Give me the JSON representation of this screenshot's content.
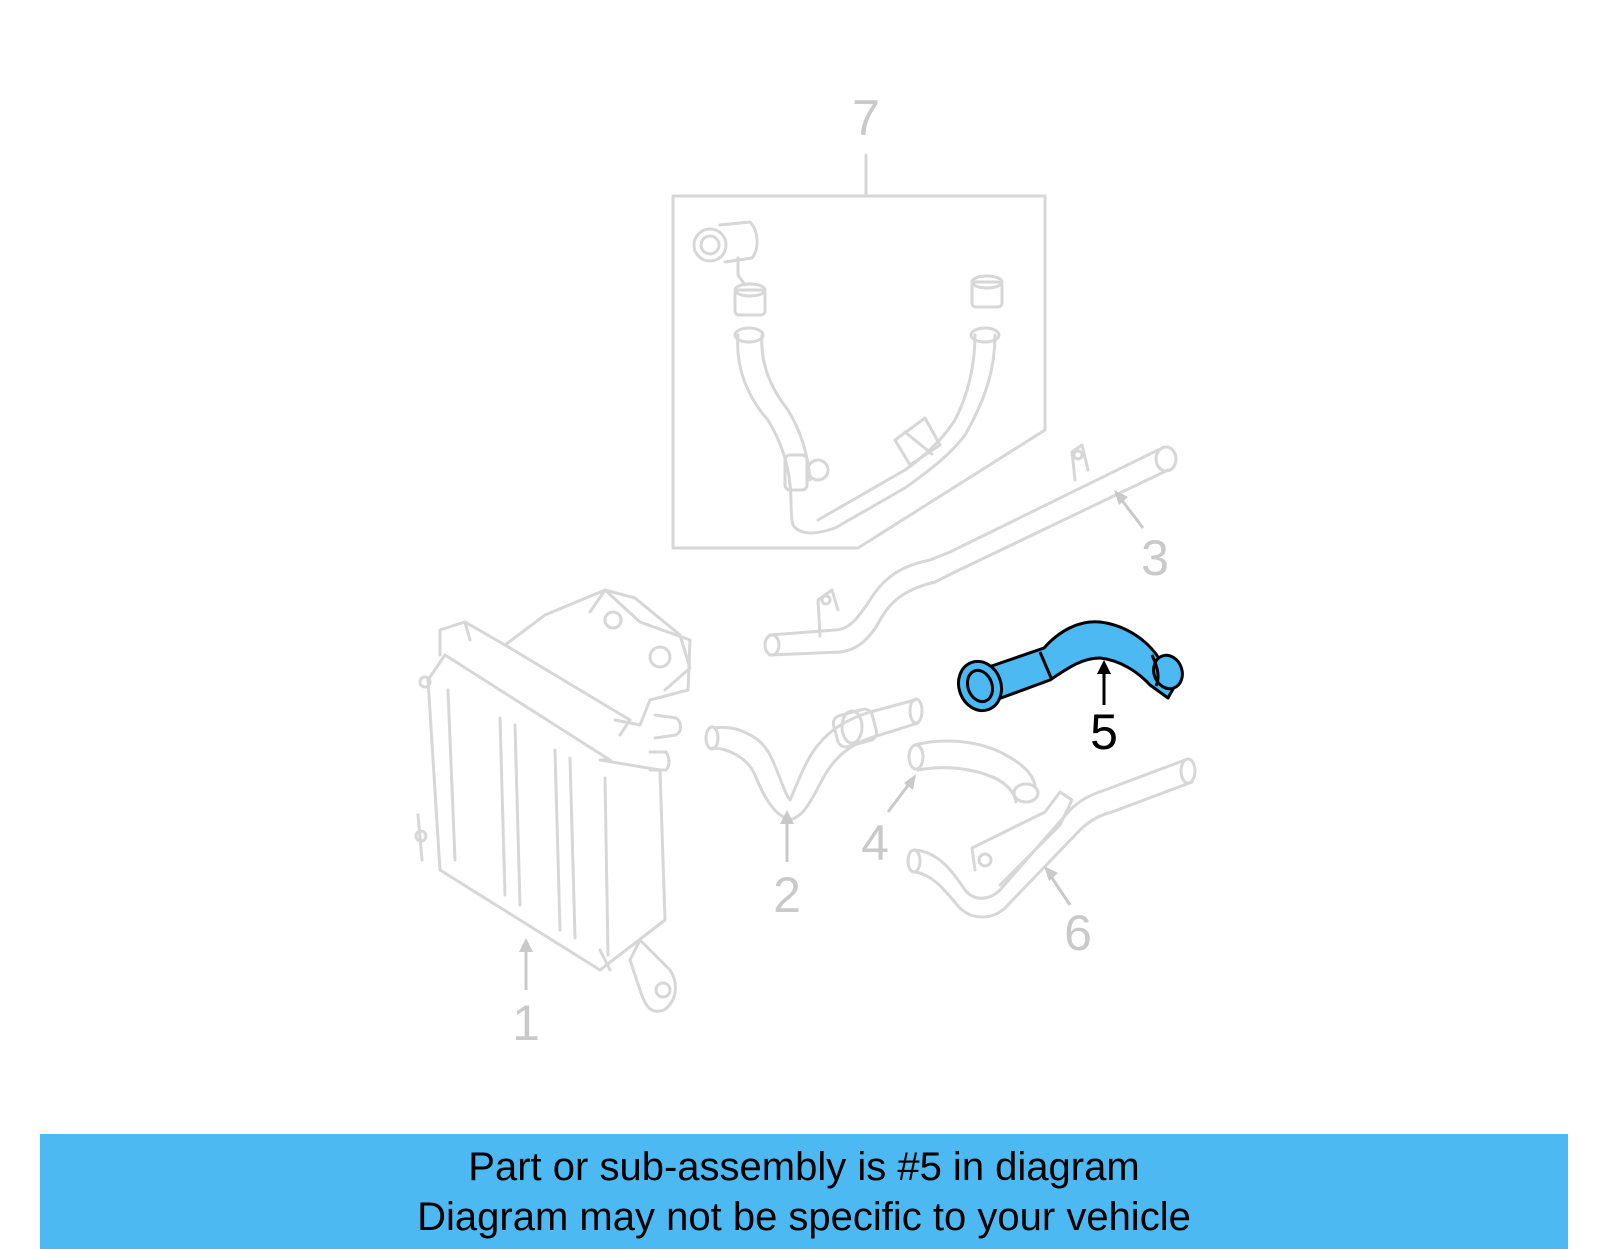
{
  "diagram": {
    "callouts": [
      {
        "id": "1",
        "label": "1",
        "highlighted": false
      },
      {
        "id": "2",
        "label": "2",
        "highlighted": false
      },
      {
        "id": "3",
        "label": "3",
        "highlighted": false
      },
      {
        "id": "4",
        "label": "4",
        "highlighted": false
      },
      {
        "id": "5",
        "label": "5",
        "highlighted": true
      },
      {
        "id": "6",
        "label": "6",
        "highlighted": false
      },
      {
        "id": "7",
        "label": "7",
        "highlighted": false
      }
    ],
    "colors": {
      "faded_part": "#d7d7d7",
      "faded_text": "#c9c9c9",
      "highlight_fill": "#4cb9f2",
      "highlight_stroke": "#000000"
    }
  },
  "banner": {
    "line1": "Part or sub-assembly is #5 in diagram",
    "line2": "Diagram may not be specific to your vehicle",
    "background": "#4cb9f2"
  }
}
